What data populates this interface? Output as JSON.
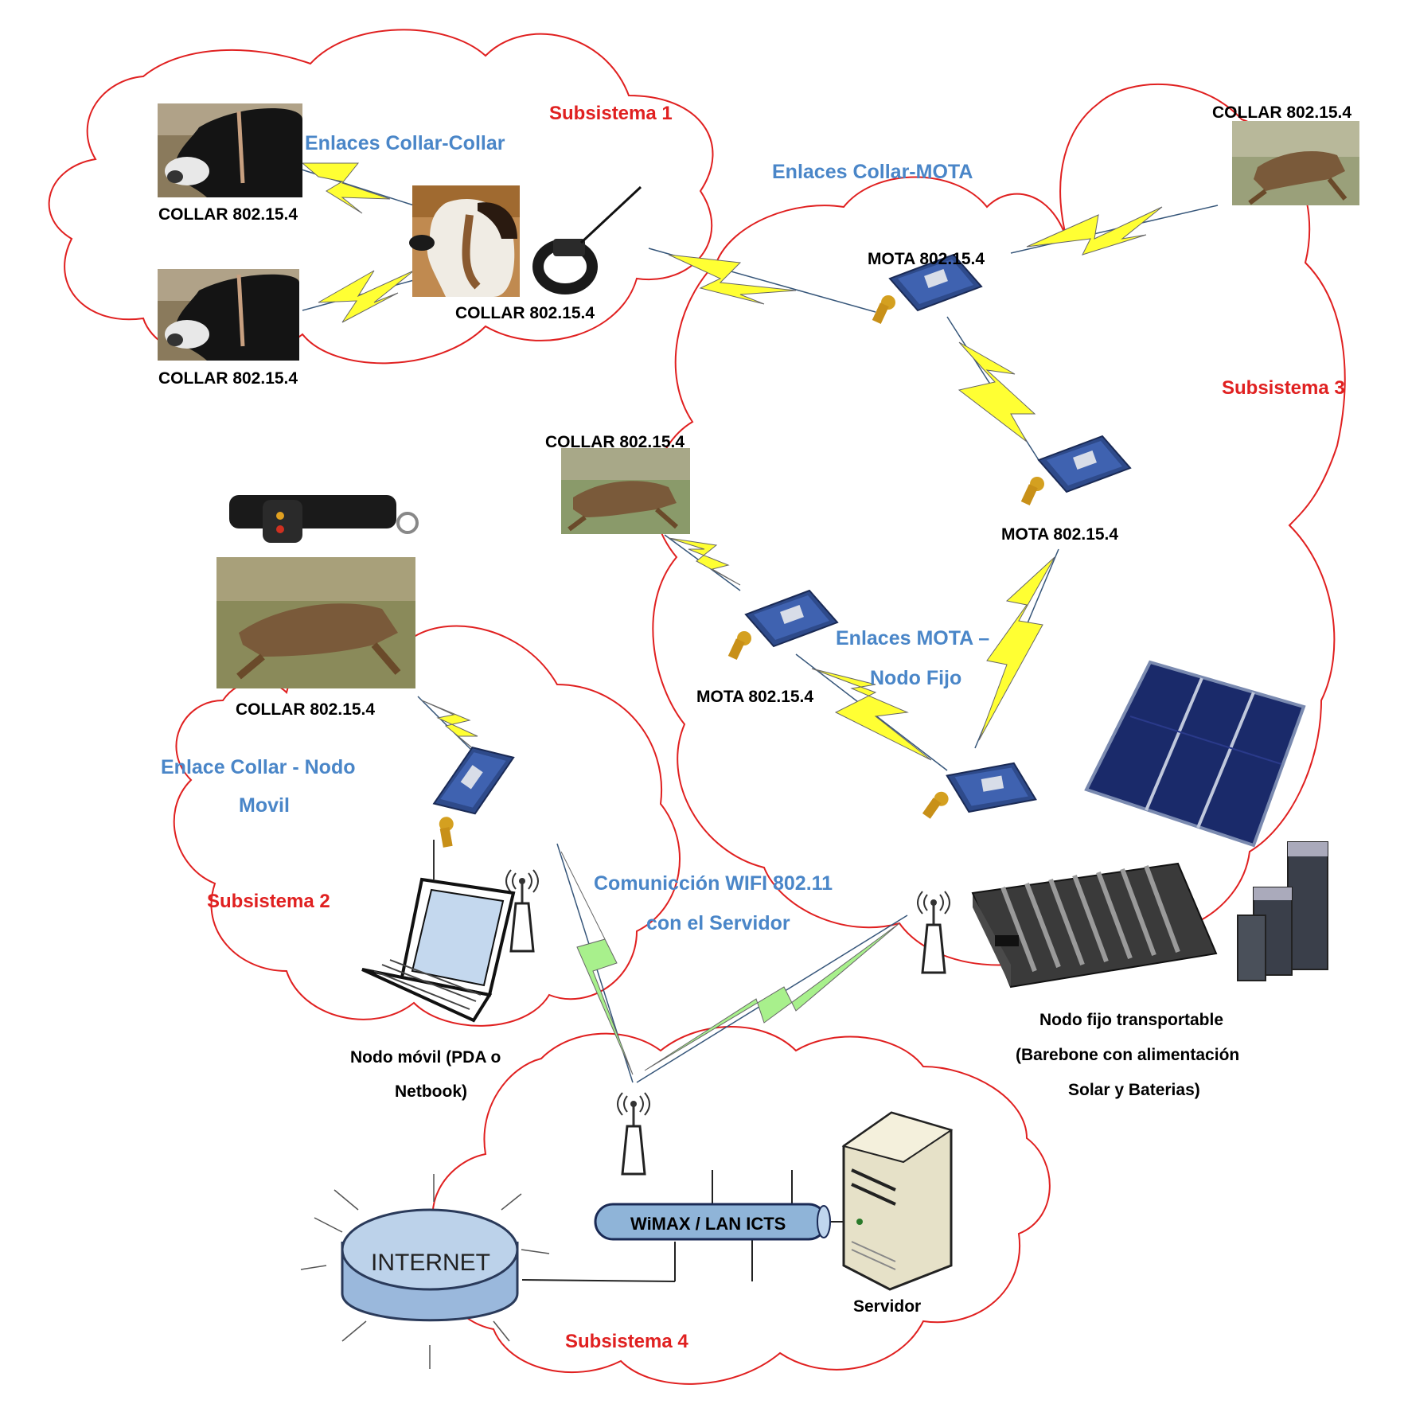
{
  "subsystems": {
    "s1": "Subsistema 1",
    "s2": "Subsistema 2",
    "s3": "Subsistema 3",
    "s4": "Subsistema 4"
  },
  "links": {
    "collar_collar": "Enlaces Collar-Collar",
    "collar_mota": "Enlaces Collar-MOTA",
    "mota_nodo_1": "Enlaces MOTA –",
    "mota_nodo_2": "Nodo Fijo",
    "collar_movil_1": "Enlace Collar - Nodo",
    "collar_movil_2": "Movil",
    "wifi_1": "Comunicción WIFI 802.11",
    "wifi_2": "con el Servidor"
  },
  "devices": {
    "collar": "COLLAR 802.15.4",
    "mota": "MOTA 802.15.4",
    "nodo_movil_1": "Nodo móvil (PDA o",
    "nodo_movil_2": "Netbook)",
    "nodo_fijo_1": "Nodo fijo transportable",
    "nodo_fijo_2": "(Barebone con alimentación",
    "nodo_fijo_3": "Solar y Baterias)",
    "network": "WiMAX / LAN ICTS",
    "internet": "INTERNET",
    "server": "Servidor"
  },
  "colors": {
    "cloud": "#e02020",
    "subsystem_label": "#e02020",
    "link_label": "#4a86c8",
    "zigbee_bolt": "#ffff33",
    "wifi_bolt": "#a8f08c",
    "device_label": "#000000",
    "xbee_board": "#2e4a8a",
    "network_bar": "#8fb4d8",
    "internet_disk": "#9ab8dc"
  },
  "icons": [
    "cow-photo-icon",
    "dog-photo-icon",
    "lynx-photo-icon",
    "gps-collar-icon",
    "xbee-module-icon",
    "antenna-icon",
    "laptop-icon",
    "solar-panel-icon",
    "battery-icon",
    "barebone-pc-icon",
    "server-icon",
    "internet-cylinder-icon"
  ]
}
